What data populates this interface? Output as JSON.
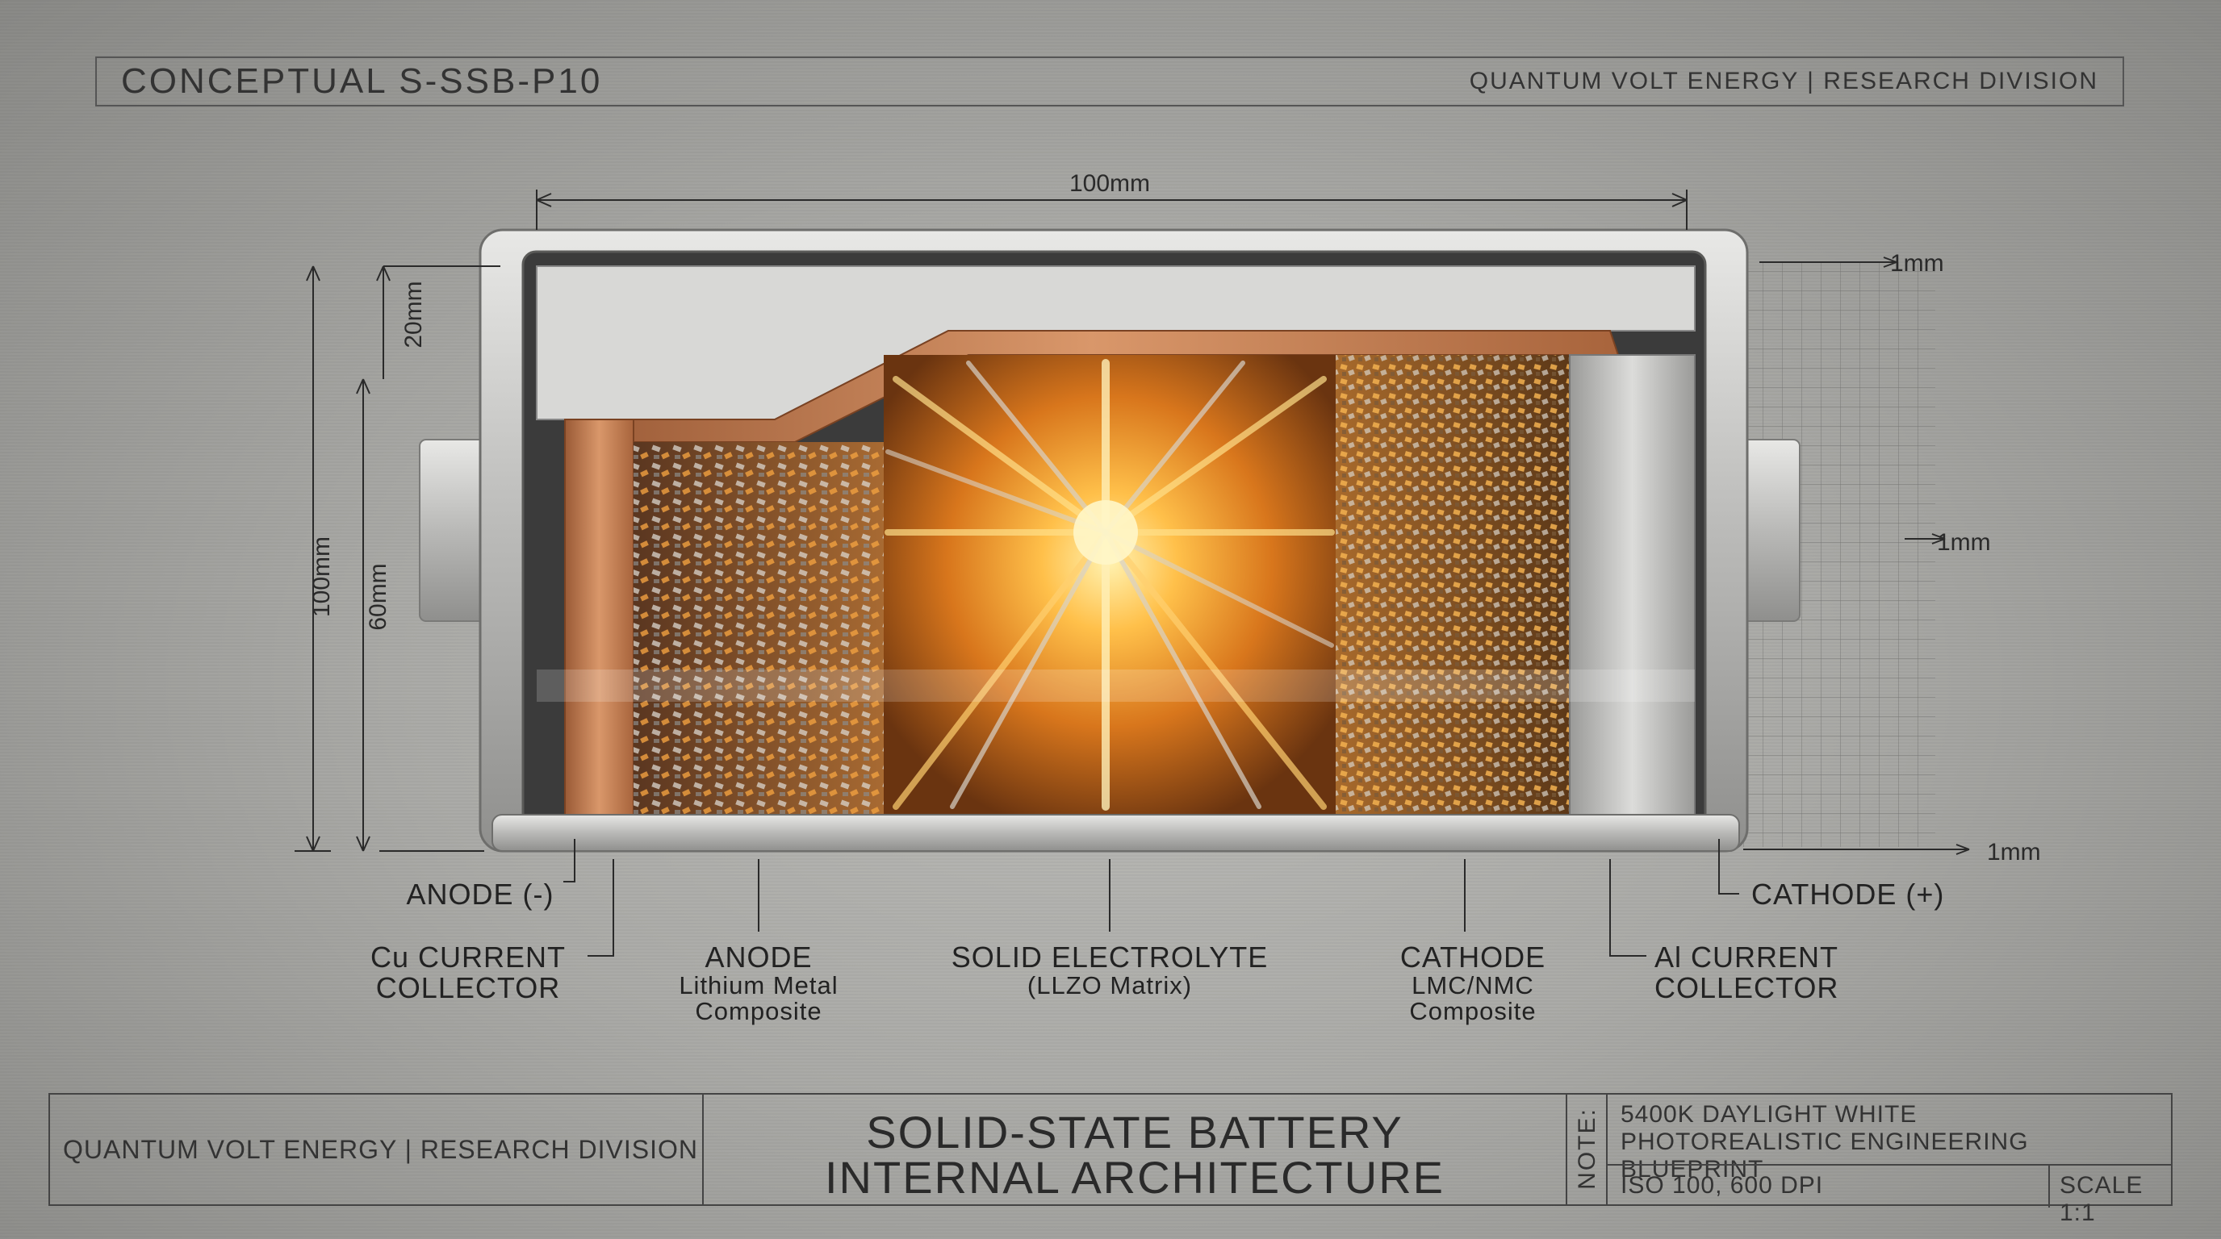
{
  "header": {
    "model": "CONCEPTUAL S-SSB-P10",
    "company": "QUANTUM VOLT ENERGY | RESEARCH DIVISION"
  },
  "dimensions": {
    "width_top": "100mm",
    "height_total": "100mm",
    "height_upper": "20mm",
    "height_lower": "60mm",
    "grid_top": "1mm",
    "grid_mid": "1mm",
    "grid_bottom": "1mm"
  },
  "labels": {
    "anode_terminal": "ANODE (-)",
    "cu_collector_line1": "Cu CURRENT",
    "cu_collector_line2": "COLLECTOR",
    "anode_line1": "ANODE",
    "anode_line2": "Lithium Metal",
    "anode_line3": "Composite",
    "electrolyte_line1": "SOLID ELECTROLYTE",
    "electrolyte_line2": "(LLZO Matrix)",
    "cathode_line1": "CATHODE",
    "cathode_line2": "LMC/NMC",
    "cathode_line3": "Composite",
    "al_collector_line1": "Al CURRENT",
    "al_collector_line2": "COLLECTOR",
    "cathode_terminal": "CATHODE (+)"
  },
  "title_block": {
    "company": "QUANTUM VOLT ENERGY | RESEARCH DIVISION",
    "title_line1": "SOLID-STATE BATTERY",
    "title_line2": "INTERNAL ARCHITECTURE",
    "note_label": "NOTE:",
    "info_line1": "5400K DAYLIGHT WHITE",
    "info_line2": "PHOTOREALISTIC ENGINEERING BLUEPRINT",
    "iso": "ISO 100, 600 DPI",
    "scale": "SCALE  1:1"
  },
  "colors": {
    "copper": "#c9865a",
    "glow": "#ffb23a",
    "steel": "#b8b8b6",
    "ink": "#2a2a2a"
  }
}
